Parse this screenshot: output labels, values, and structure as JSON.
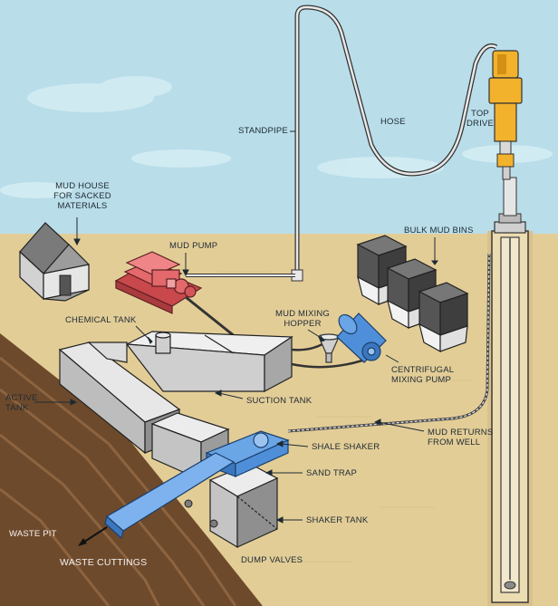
{
  "labels": {
    "standpipe": "STANDPIPE",
    "hose": "HOSE",
    "top_drive": "TOP\nDRIVE",
    "mud_house": "MUD HOUSE\nFOR SACKED\nMATERIALS",
    "mud_pump": "MUD PUMP",
    "bulk_mud_bins": "BULK MUD BINS",
    "chemical_tank": "CHEMICAL TANK",
    "mud_mixing_hopper": "MUD MIXING\nHOPPER",
    "centrifugal_pump": "CENTRIFUGAL\nMIXING PUMP",
    "active_tank": "ACTIVE\nTANK",
    "suction_tank": "SUCTION TANK",
    "shale_shaker": "SHALE SHAKER",
    "mud_returns": "MUD RETURNS\nFROM WELL",
    "sand_trap": "SAND TRAP",
    "waste_pit": "WASTE PIT",
    "shaker_tank": "SHAKER TANK",
    "waste_cuttings": "WASTE CUTTINGS",
    "dump_valves": "DUMP VALVES"
  },
  "colors": {
    "sky": "#b9dde9",
    "ground": "#e3cd97",
    "earth": "#6e4a2c",
    "tank_gray": "#bdbdbd",
    "pump_red": "#e3696c",
    "pump_blue": "#4f8fd9",
    "top_drive_yellow": "#f2b22c"
  }
}
